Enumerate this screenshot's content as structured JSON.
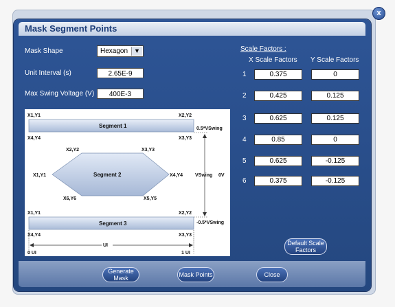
{
  "window": {
    "title": "Mask Segment Points",
    "close_glyph": "x"
  },
  "params": {
    "mask_shape_label": "Mask Shape",
    "mask_shape_value": "Hexagon",
    "unit_interval_label": "Unit Interval (s)",
    "unit_interval_value": "2.65E-9",
    "max_swing_label": "Max Swing Voltage (V)",
    "max_swing_value": "400E-3"
  },
  "diagram": {
    "seg1": {
      "title": "Segment 1",
      "tl": "X1,Y1",
      "tr": "X2,Y2",
      "bl": "X4,Y4",
      "br": "X3,Y3"
    },
    "seg2": {
      "title": "Segment 2",
      "p1": "X1,Y1",
      "p2": "X2,Y2",
      "p3": "X3,Y3",
      "p4": "X4,Y4",
      "p5": "X5,Y5",
      "p6": "X6,Y6"
    },
    "seg3": {
      "title": "Segment 3",
      "tl": "X1,Y1",
      "tr": "X2,Y2",
      "bl": "X4,Y4",
      "br": "X3,Y3"
    },
    "pos_vswing": "0.5*VSwing",
    "neg_vswing": "-0.5*VSwing",
    "vswing": "VSwing",
    "zero_v": "0V",
    "ui": "UI",
    "zero_ui": "0 UI",
    "one_ui": "1 UI"
  },
  "scale_factors": {
    "heading": "Scale Factors :",
    "x_header": "X Scale Factors",
    "y_header": "Y Scale Factors",
    "rows": [
      {
        "index": "1",
        "x": "0.375",
        "y": "0"
      },
      {
        "index": "2",
        "x": "0.425",
        "y": "0.125"
      },
      {
        "index": "3",
        "x": "0.625",
        "y": "0.125"
      },
      {
        "index": "4",
        "x": "0.85",
        "y": "0"
      },
      {
        "index": "5",
        "x": "0.625",
        "y": "-0.125"
      },
      {
        "index": "6",
        "x": "0.375",
        "y": "-0.125"
      }
    ]
  },
  "buttons": {
    "default_scale": "Default Scale Factors",
    "generate_mask": "Generate Mask",
    "mask_points": "Mask Points",
    "close": "Close"
  }
}
